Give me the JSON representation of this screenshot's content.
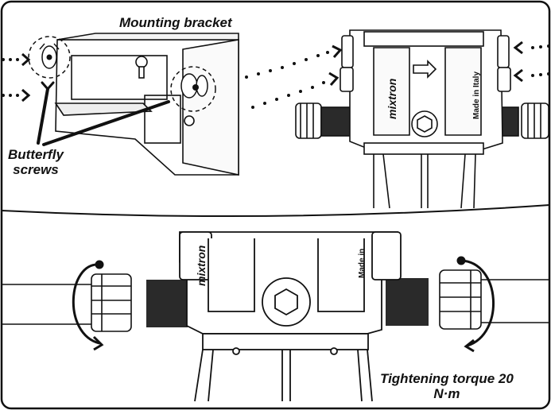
{
  "labels": {
    "mounting_bracket": "Mounting bracket",
    "butterfly_line1": "Butterfly",
    "butterfly_line2": "screws",
    "torque_line1": "Tightening torque 20",
    "torque_line2": "N·m"
  },
  "product": {
    "brand": "mixtron",
    "made_in": "Made in Italy",
    "made_in_short": "Made in"
  },
  "colors": {
    "ink": "#111111",
    "thread": "#2a2a2a",
    "panel_border": "#111111",
    "background": "#ffffff"
  }
}
